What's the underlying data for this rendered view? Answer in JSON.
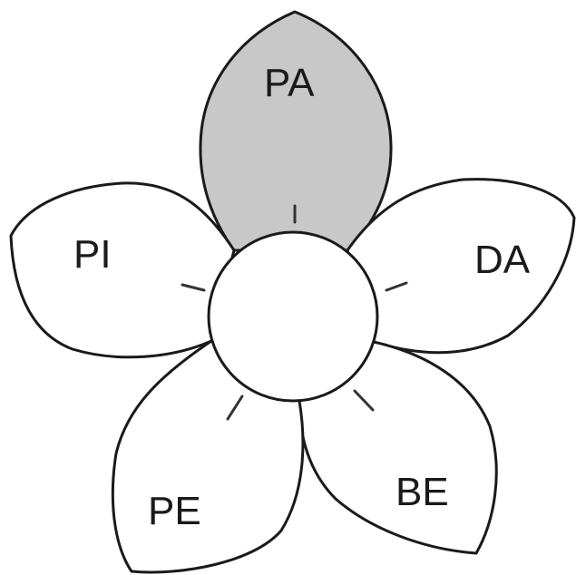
{
  "diagram": {
    "petals": {
      "pa": {
        "label": "PA",
        "fill": "#c8c8c8",
        "highlighted": true
      },
      "da": {
        "label": "DA",
        "fill": "#ffffff",
        "highlighted": false
      },
      "be": {
        "label": "BE",
        "fill": "#ffffff",
        "highlighted": false
      },
      "pe": {
        "label": "PE",
        "fill": "#ffffff",
        "highlighted": false
      },
      "pi": {
        "label": "PI",
        "fill": "#ffffff",
        "highlighted": false
      }
    },
    "center_fill": "#ffffff",
    "outline_color": "#1a1a1a"
  }
}
